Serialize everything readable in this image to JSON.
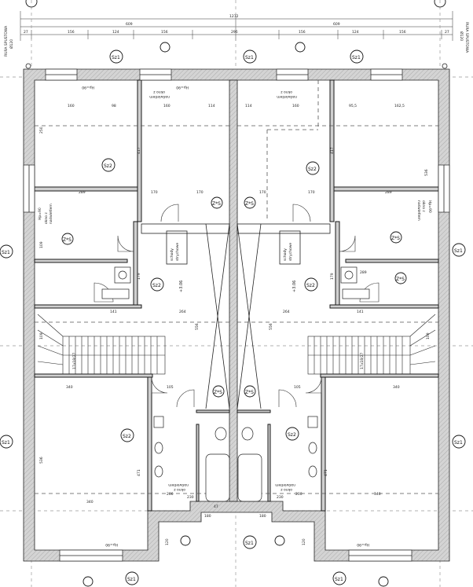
{
  "top_dimensions": {
    "overall": "1272",
    "half_left": "609",
    "half_right": "609",
    "segments": [
      "27",
      "156",
      "124",
      "156",
      "296",
      "156",
      "124",
      "156",
      "27"
    ]
  },
  "downpipes": {
    "left": {
      "label": "RURA SPUSTOWA",
      "diameter": "Ø120"
    },
    "right": {
      "label": "RURA SPUSTOWA",
      "diameter": "Ø120"
    }
  },
  "rooms_left": {
    "top_window_note": {
      "line1": "okno z",
      "line2": "naświetlem"
    },
    "side_window_note": {
      "line1": "okno z",
      "line2": "naświetlem",
      "hp": "Hp=90"
    },
    "hp_label": "Hp=90",
    "loft_stair": {
      "line1": "schody",
      "line2": "strychowe"
    },
    "level": "+3.06",
    "bottom_window_note": {
      "line1": "okno z",
      "line2": "naświetlem"
    },
    "bottom_hp": "Hp=90",
    "stair_note": "17x18/27"
  },
  "rooms_right": {
    "top_window_note": {
      "line1": "okno z",
      "line2": "naświetlem"
    },
    "side_window_note": {
      "line1": "okno z",
      "line2": "naświetlem",
      "hp": "Hp=90"
    },
    "hp_label": "Hp=90",
    "loft_stair": {
      "line1": "schody",
      "line2": "strychowe"
    },
    "level": "+3.06",
    "bottom_window_note": {
      "line1": "okno z",
      "line2": "naświetlem"
    },
    "bottom_hp": "Hp=90",
    "stair_note": "17x18/27"
  },
  "inner_dimensions": {
    "top_left": [
      "160",
      "98",
      "160",
      "114"
    ],
    "top_right": [
      "114",
      "160",
      "95,5",
      "162,5"
    ],
    "mid_left": [
      "289",
      "170",
      "170"
    ],
    "mid_right": [
      "170",
      "170",
      "289"
    ],
    "vertical_left": [
      "250",
      "417",
      "109",
      "179",
      "536"
    ],
    "vertical_right": [
      "417",
      "536",
      "179",
      "289"
    ],
    "lower_left": [
      "340",
      "105",
      "340",
      "180"
    ],
    "lower_right": [
      "105",
      "340",
      "340",
      "180"
    ],
    "center_vertical": [
      "556",
      "556"
    ],
    "side_heights": [
      "109",
      "109"
    ],
    "misc": [
      "141",
      "264",
      "264",
      "141",
      "471",
      "471",
      "120",
      "120",
      "230",
      "230",
      "200",
      "200",
      "47"
    ]
  },
  "symbols": {
    "sz1": "Sz1",
    "sz2": "Sz2",
    "zs": "Z*S"
  }
}
